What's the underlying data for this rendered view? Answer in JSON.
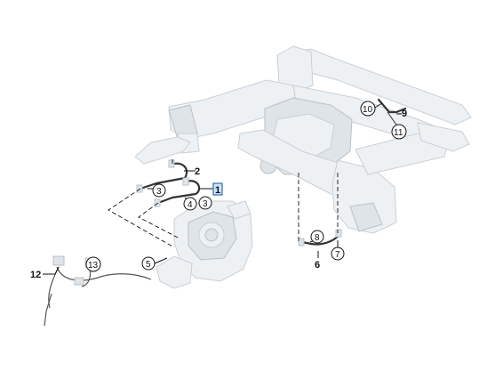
{
  "callouts": {
    "c1": "1",
    "c2": "2",
    "c3a": "3",
    "c3b": "3",
    "c4": "4",
    "c5": "5",
    "c6": "6",
    "c7": "7",
    "c8": "8",
    "c9": "9",
    "c10": "10",
    "c11": "11",
    "c12": "12",
    "c13": "13"
  },
  "colors": {
    "highlight": "#2a6fb3",
    "part_fill": "#eef1f4",
    "line": "#111111"
  }
}
